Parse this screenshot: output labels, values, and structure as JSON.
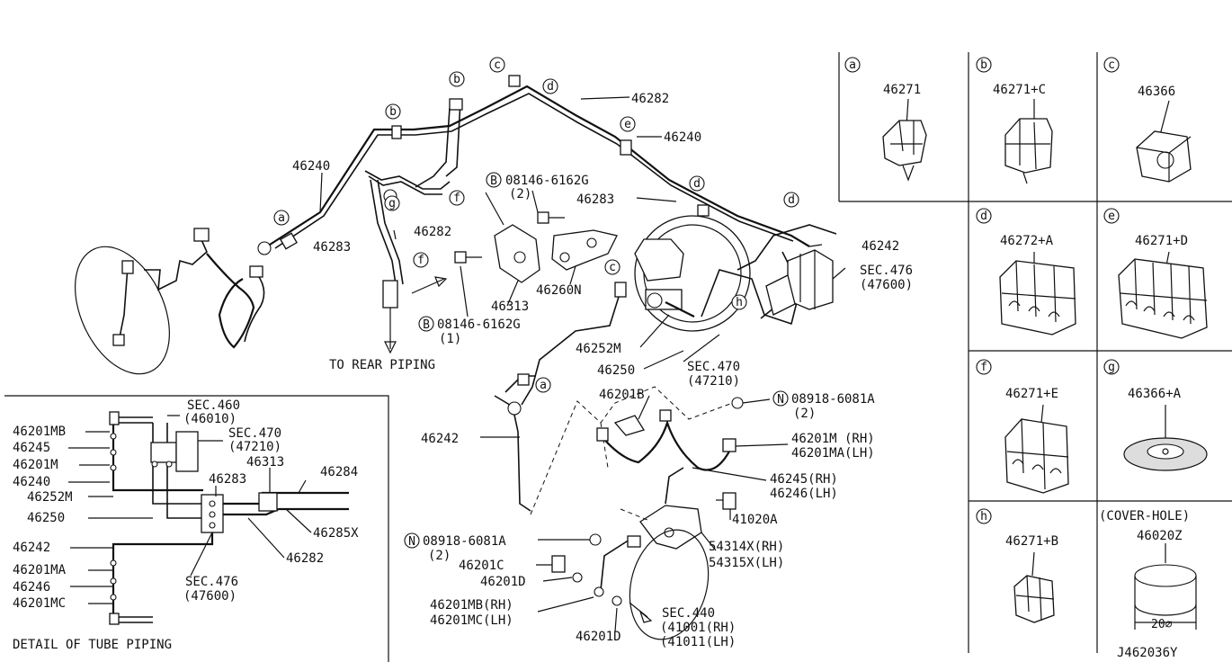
{
  "diagram": {
    "main_labels": [
      "46240",
      "46282",
      "46240",
      "46283",
      "46282",
      "46283",
      "46242",
      "SEC.476",
      "(47600)",
      "08146-6162G",
      "(2)",
      "46313",
      "46260N",
      "08146-6162G",
      "(1)",
      "TO REAR PIPING",
      "46252M",
      "46250",
      "SEC.470",
      "(47210)",
      "46201B",
      "08918-6081A",
      "(2)",
      "46201M (RH)",
      "46201MA(LH)",
      "46245(RH)",
      "46246(LH)",
      "46242",
      "41020A",
      "08918-6081A",
      "(2)",
      "46201C",
      "46201D",
      "54314X(RH)",
      "54315X(LH)",
      "46201MB(RH)",
      "46201MC(LH)",
      "SEC.440",
      "(41001(RH)",
      "(41011(LH)",
      "46201D"
    ],
    "circle_letters": [
      "b",
      "c",
      "d",
      "b",
      "e",
      "a",
      "g",
      "f",
      "f",
      "d",
      "d",
      "c",
      "h",
      "a"
    ],
    "bolt_markers": [
      "B",
      "B",
      "N",
      "N"
    ],
    "detail": {
      "title": "DETAIL OF TUBE PIPING",
      "left_labels": [
        "46201MB",
        "46245",
        "46201M",
        "46240",
        "46252M",
        "46250",
        "46242",
        "46201MA",
        "46246",
        "46201MC"
      ],
      "right_labels": [
        "SEC.460",
        "(46010)",
        "SEC.470",
        "(47210)",
        "46313",
        "46283",
        "46284",
        "46285X",
        "46282",
        "SEC.476",
        "(47600)"
      ]
    },
    "catalog": {
      "cells": [
        {
          "letter": "a",
          "part": "46271"
        },
        {
          "letter": "b",
          "part": "46271+C"
        },
        {
          "letter": "c",
          "part": "46366"
        },
        {
          "letter": "d",
          "part": "46272+A"
        },
        {
          "letter": "e",
          "part": "46271+D"
        },
        {
          "letter": "f",
          "part": "46271+E"
        },
        {
          "letter": "g",
          "part": "46366+A"
        },
        {
          "letter": "h",
          "part": "46271+B"
        }
      ],
      "cover_hole": {
        "caption": "(COVER-HOLE)",
        "part": "46020Z",
        "dimension": "20⌀"
      }
    },
    "footer_code": "J462036Y"
  }
}
